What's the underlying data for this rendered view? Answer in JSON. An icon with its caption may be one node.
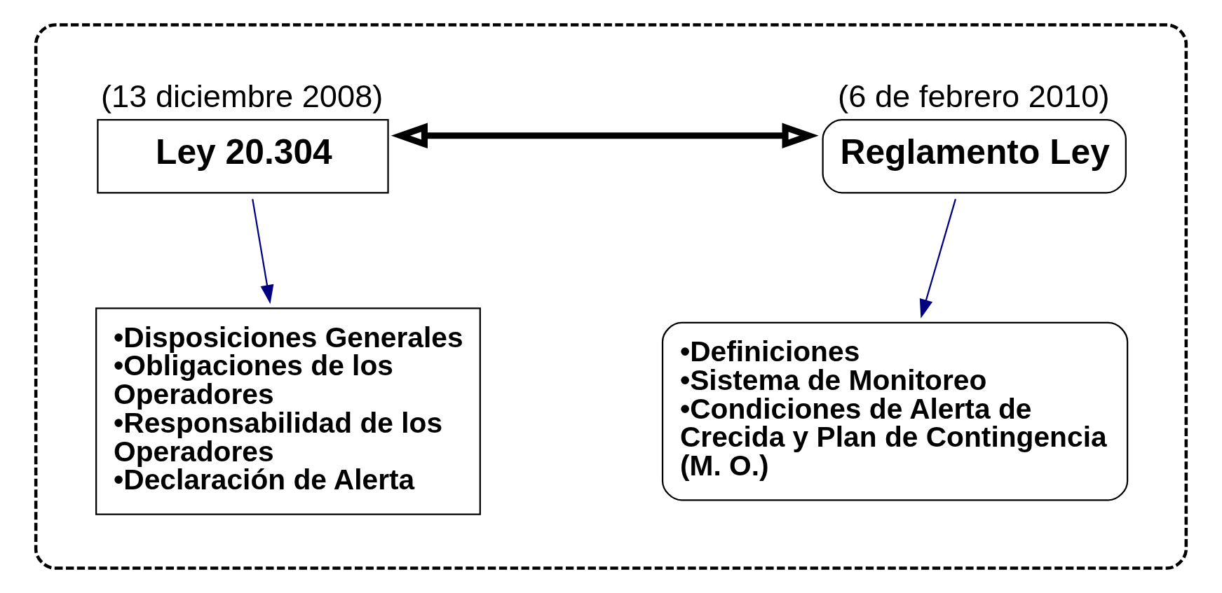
{
  "diagram": {
    "nodes": [
      {
        "text": [],
        "shape": "box"
      },
      {
        "text": [
          "Ley 20.304"
        ],
        "beside": [
          "(13 diciembre 2008)"
        ],
        "in": 0
      },
      {
        "text": [
          "Reglamento Ley"
        ],
        "beside": [
          "(6 de febrero 2010)"
        ],
        "in": 0
      },
      {
        "text": [
          "•Disposiciones Generales",
          "•Obligaciones de los Operadores",
          "•Responsabilidad de los Operadores",
          "•Declaración de Alerta"
        ],
        "in": 0
      },
      {
        "text": [
          "•Definiciones",
          "•Sistema de Monitoreo",
          "•Condiciones de Alerta de Crecida y Plan de Contingencia (M. O.)"
        ],
        "in": 0
      }
    ],
    "edges": [
      {
        "from": 1,
        "to": 2,
        "arrow": "both",
        "style": "thick",
        "color": "#000000"
      },
      {
        "from": 1,
        "to": 3,
        "arrow": "to",
        "color": "#000080"
      },
      {
        "from": 2,
        "to": 4,
        "arrow": "to",
        "color": "#000080"
      }
    ]
  }
}
